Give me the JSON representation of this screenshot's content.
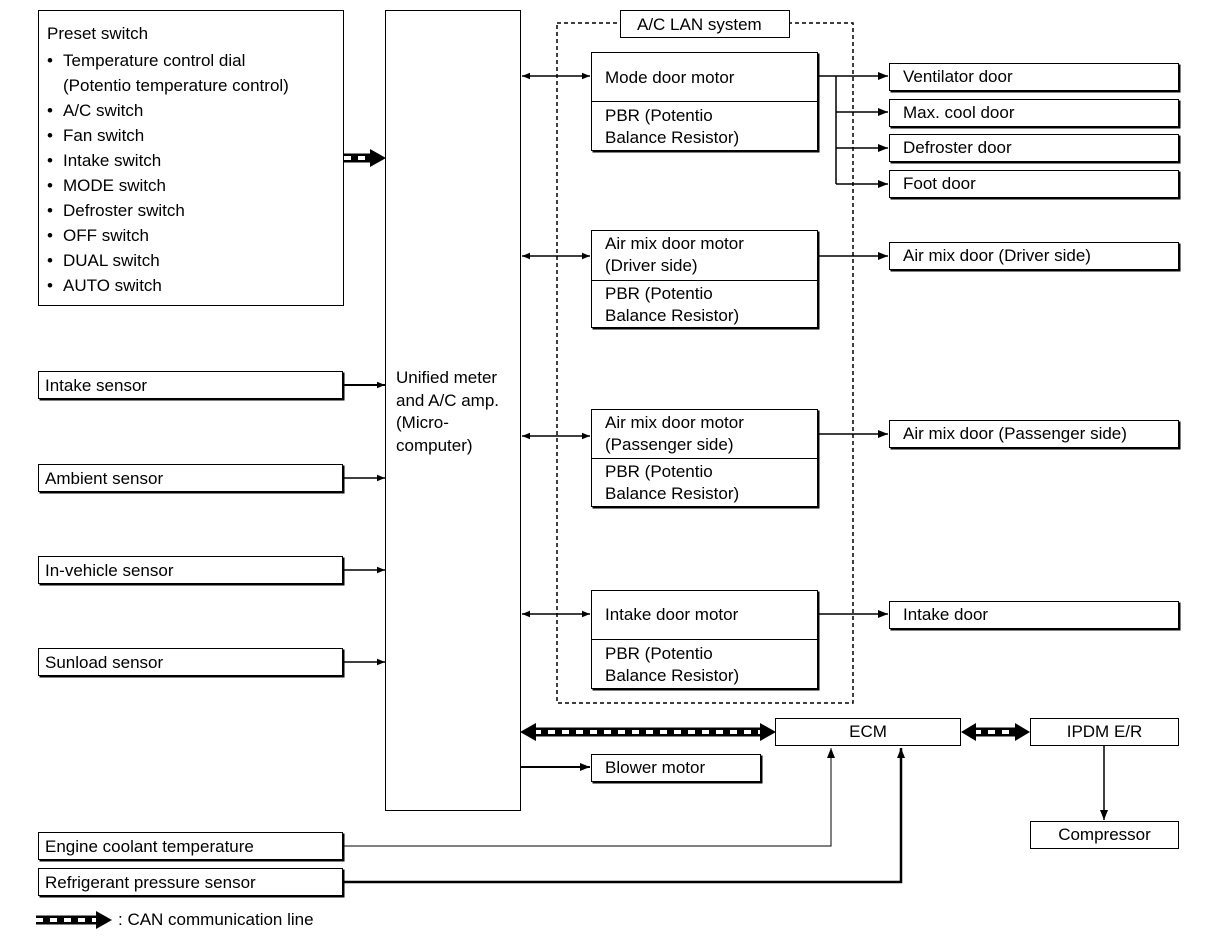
{
  "preset": {
    "title": "Preset switch",
    "items": [
      "Temperature control dial",
      "(Potentio temperature control)",
      "A/C switch",
      "Fan switch",
      "Intake switch",
      "MODE switch",
      "Defroster switch",
      "OFF switch",
      "DUAL switch",
      "AUTO switch"
    ]
  },
  "sensors": {
    "intake": "Intake sensor",
    "ambient": "Ambient sensor",
    "in_vehicle": "In-vehicle sensor",
    "sunload": "Sunload sensor",
    "engine_coolant": "Engine coolant temperature",
    "refrigerant": "Refrigerant pressure sensor"
  },
  "amp": {
    "label": "Unified meter\nand A/C amp.\n(Micro-\n computer)"
  },
  "lan": {
    "title": "A/C LAN system",
    "mode_motor": "Mode door motor",
    "driver_motor": "Air mix door motor\n(Driver side)",
    "passenger_motor": "Air mix door motor\n(Passenger side)",
    "intake_motor": "Intake door motor",
    "pbr": "PBR (Potentio\nBalance Resistor)"
  },
  "doors": {
    "ventilator": "Ventilator door",
    "max_cool": "Max. cool door",
    "defroster": "Defroster door",
    "foot": "Foot door",
    "air_mix_driver": "Air mix door (Driver side)",
    "air_mix_passenger": "Air mix door (Passenger side)",
    "intake": "Intake door"
  },
  "outputs": {
    "ecm": "ECM",
    "ipdm": "IPDM E/R",
    "blower": "Blower motor",
    "compressor": "Compressor"
  },
  "legend": {
    "can_line": ": CAN communication line"
  }
}
